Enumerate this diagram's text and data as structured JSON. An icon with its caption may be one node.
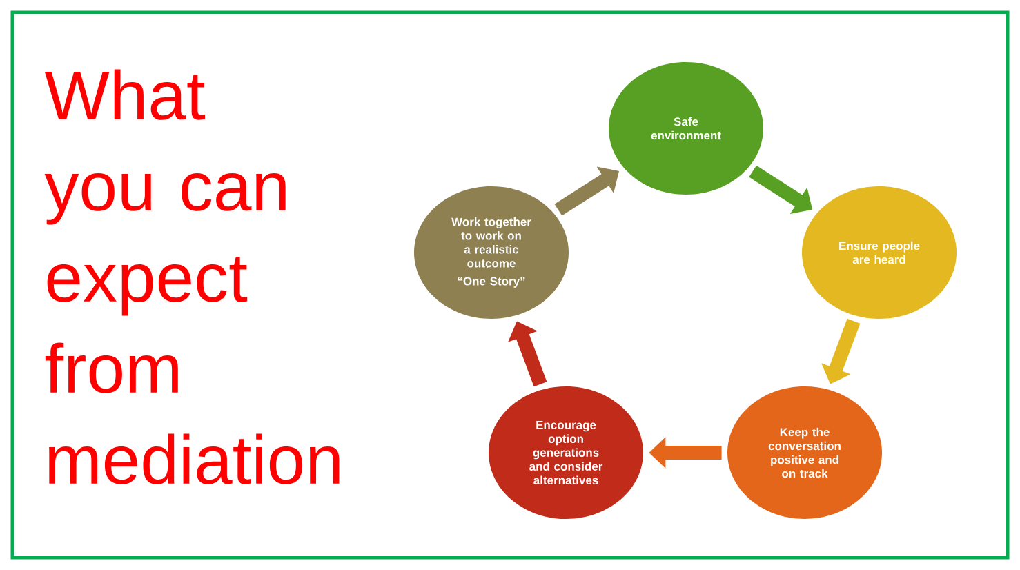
{
  "diagram": {
    "title": "What you can expect from mediation",
    "nodes": [
      {
        "text": [
          "Safe environment"
        ]
      },
      {
        "text": [
          "Ensure people are heard"
        ]
      },
      {
        "text": [
          "Keep the conversation positive and on track"
        ]
      },
      {
        "text": [
          "Encourage option generations and consider alternatives"
        ]
      },
      {
        "text": [
          "Work together to work on a realistic outcome",
          "“One Story”"
        ]
      }
    ],
    "edges": [
      {
        "from": 0,
        "to": 1,
        "arrow": "to",
        "color": "#58a023"
      },
      {
        "from": 1,
        "to": 2,
        "arrow": "to",
        "color": "#e3b820"
      },
      {
        "from": 2,
        "to": 3,
        "arrow": "to",
        "color": "#e4661a"
      },
      {
        "from": 3,
        "to": 4,
        "arrow": "to",
        "color": "#c02b1a"
      },
      {
        "from": 4,
        "to": 0,
        "arrow": "to",
        "color": "#8e8050"
      }
    ]
  }
}
